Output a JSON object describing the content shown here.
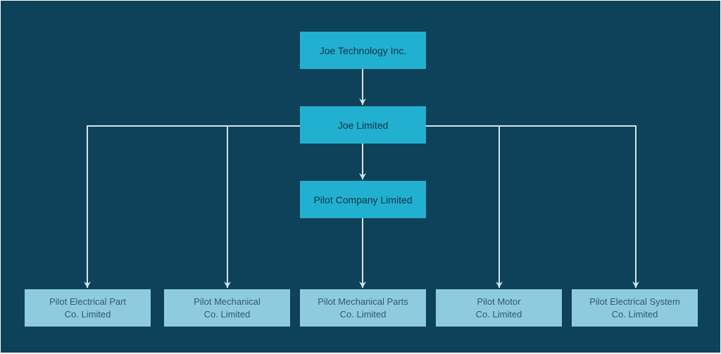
{
  "colors": {
    "background": "#0e425a",
    "primary_node": "#22b0d0",
    "secondary_node": "#8fcbdf",
    "connector": "#d6e4ea"
  },
  "nodes": {
    "joe_technology": "Joe Technology Inc.",
    "joe_limited": "Joe Limited",
    "pilot_company": "Pilot Company Limited",
    "leaves": [
      {
        "line1": "Pilot Electrical Part",
        "line2": "Co. Limited"
      },
      {
        "line1": "Pilot Mechanical",
        "line2": "Co. Limited"
      },
      {
        "line1": "Pilot Mechanical Parts",
        "line2": "Co. Limited"
      },
      {
        "line1": "Pilot Motor",
        "line2": "Co. Limited"
      },
      {
        "line1": "Pilot Electrical System",
        "line2": "Co. Limited"
      }
    ]
  }
}
